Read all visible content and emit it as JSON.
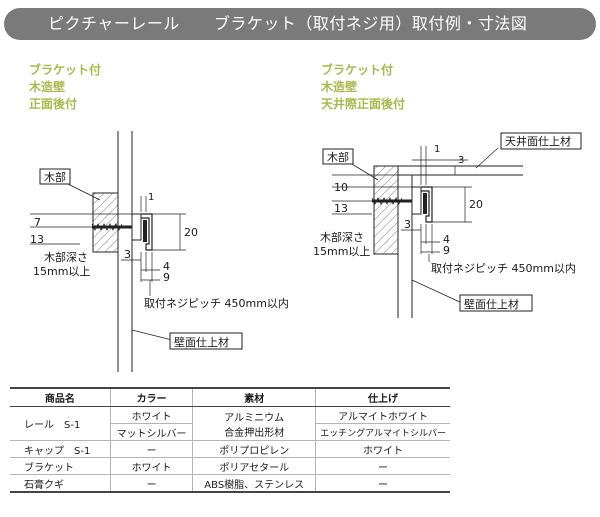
{
  "title": {
    "part1": "ピクチャーレール",
    "part2": "ブラケット（取付ネジ用）取付例・寸法図"
  },
  "left_diagram": {
    "caption": [
      "ブラケット付",
      "木造壁",
      "正面後付"
    ],
    "label_wood": "木部",
    "label_depth": [
      "木部深さ",
      "15mm以上"
    ],
    "label_pitch": "取付ネジピッチ 450mm以内",
    "label_wall_finish": "壁面仕上材",
    "dims": {
      "d1": "1",
      "d7": "7",
      "d13": "13",
      "d20": "20",
      "d3": "3",
      "d4": "4",
      "d9": "9"
    }
  },
  "right_diagram": {
    "caption": [
      "ブラケット付",
      "木造壁",
      "天井際正面後付"
    ],
    "label_wood": "木部",
    "label_ceiling": "天井面仕上材",
    "label_depth": [
      "木部深さ",
      "15mm以上"
    ],
    "label_pitch": "取付ネジピッチ 450mm以内",
    "label_wall_finish": "壁面仕上材",
    "dims": {
      "d1": "1",
      "d3top": "3",
      "d10": "10",
      "d13": "13",
      "d20": "20",
      "d3": "3",
      "d4": "4",
      "d9": "9"
    }
  },
  "table": {
    "headers": [
      "商品名",
      "カラー",
      "素材",
      "仕上げ"
    ],
    "rail_name": "レール　S-1",
    "rail_color_1": "ホワイト",
    "rail_color_2": "マットシルバー",
    "rail_material": [
      "アルミニウム",
      "合金押出形材"
    ],
    "rail_finish_1": "アルマイトホワイト",
    "rail_finish_2": "エッチングアルマイトシルバー",
    "cap_name": "キャップ　S-1",
    "cap_color": "ー",
    "cap_material": "ポリプロピレン",
    "cap_finish": "ホワイト",
    "bracket_name": "ブラケット",
    "bracket_color": "ホワイト",
    "bracket_material": "ポリアセタール",
    "bracket_finish": "ー",
    "screw_name": "石膏クギ",
    "screw_color": "ー",
    "screw_material": "ABS樹脂、ステンレス",
    "screw_finish": "ー"
  }
}
